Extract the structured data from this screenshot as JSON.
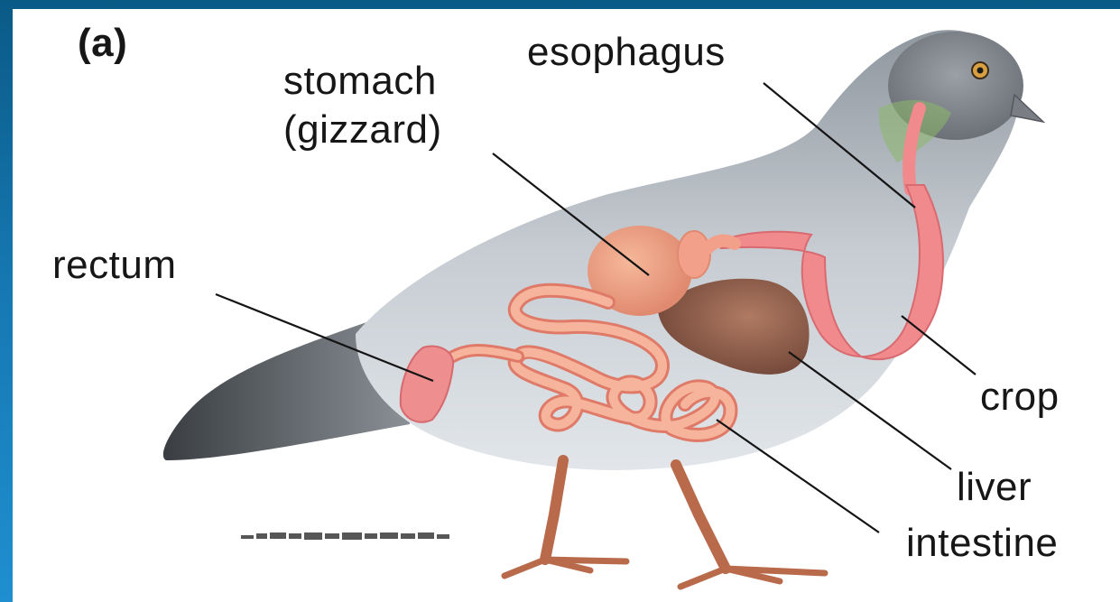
{
  "figure": {
    "panel_label": "(a)",
    "labels": {
      "esophagus": "esophagus",
      "stomach_line1": "stomach",
      "stomach_line2": "(gizzard)",
      "rectum": "rectum",
      "crop": "crop",
      "liver": "liver",
      "intestine": "intestine"
    },
    "colors": {
      "frame": "#0a5a86",
      "body_plumage": "#b8c0c8",
      "head_plumage": "#8a9096",
      "neck_sheen": "#8cb86a",
      "digestive_tract": "#f2a08a",
      "crop": "#f08a8c",
      "liver": "#8a5a48",
      "legs": "#c87a5a",
      "leader_lines": "#141414"
    }
  }
}
